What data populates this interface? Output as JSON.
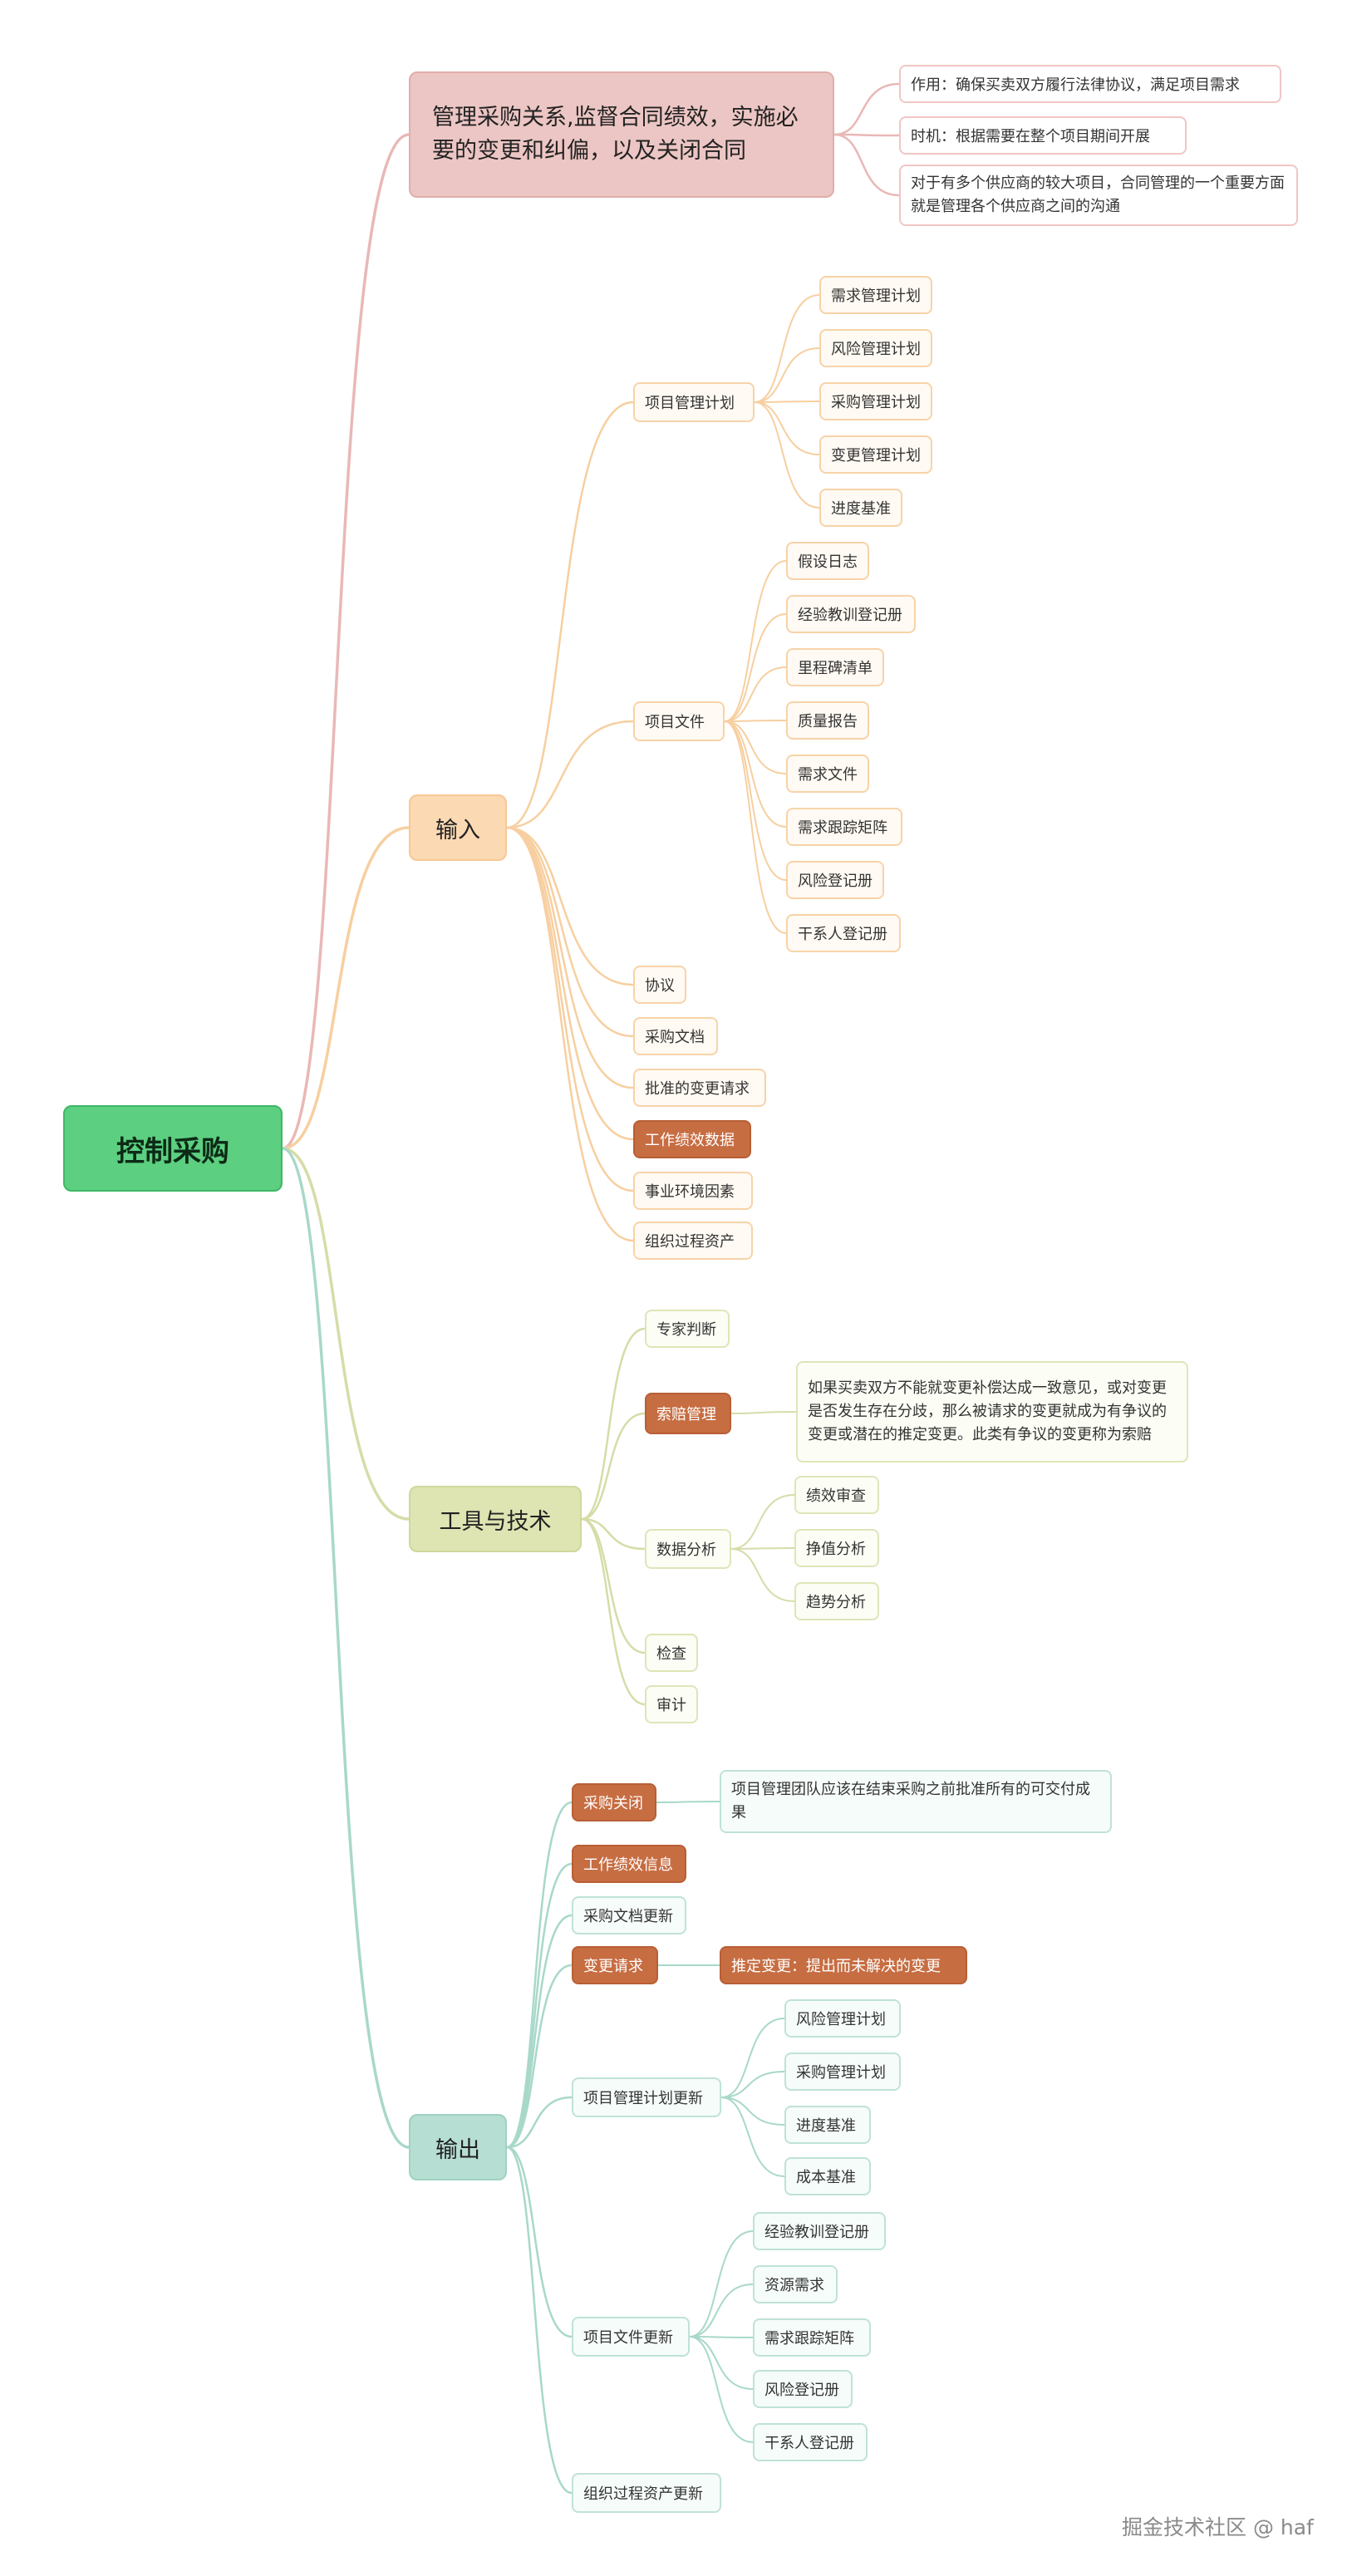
{
  "root": "控制采购",
  "definition": {
    "text": "管理采购关系,监督合同绩效，实施必要的变更和纠偏，以及关闭合同",
    "notes": [
      "作用：确保买卖双方履行法律协议，满足项目需求",
      "时机：根据需要在整个项目期间开展",
      "对于有多个供应商的较大项目，合同管理的一个重要方面就是管理各个供应商之间的沟通"
    ]
  },
  "inputs": {
    "label": "输入",
    "pm_plan": {
      "label": "项目管理计划",
      "items": [
        "需求管理计划",
        "风险管理计划",
        "采购管理计划",
        "变更管理计划",
        "进度基准"
      ]
    },
    "project_docs": {
      "label": "项目文件",
      "items": [
        "假设日志",
        "经验教训登记册",
        "里程碑清单",
        "质量报告",
        "需求文件",
        "需求跟踪矩阵",
        "风险登记册",
        "干系人登记册"
      ]
    },
    "others": [
      "协议",
      "采购文档",
      "批准的变更请求",
      "工作绩效数据",
      "事业环境因素",
      "组织过程资产"
    ]
  },
  "tools": {
    "label": "工具与技术",
    "expert": "专家判断",
    "claims": {
      "label": "索赔管理",
      "note": "如果买卖双方不能就变更补偿达成一致意见，或对变更是否发生存在分歧，那么被请求的变更就成为有争议的变更或潜在的推定变更。此类有争议的变更称为索赔"
    },
    "data_analysis": {
      "label": "数据分析",
      "items": [
        "绩效审查",
        "挣值分析",
        "趋势分析"
      ]
    },
    "inspection": "检查",
    "audit": "审计"
  },
  "outputs": {
    "label": "输出",
    "closure": {
      "label": "采购关闭",
      "note": "项目管理团队应该在结束采购之前批准所有的可交付成果"
    },
    "wpi": "工作绩效信息",
    "proc_doc_update": "采购文档更新",
    "change": {
      "label": "变更请求",
      "note": "推定变更：提出而未解决的变更"
    },
    "pm_plan_update": {
      "label": "项目管理计划更新",
      "items": [
        "风险管理计划",
        "采购管理计划",
        "进度基准",
        "成本基准"
      ]
    },
    "docs_update": {
      "label": "项目文件更新",
      "items": [
        "经验教训登记册",
        "资源需求",
        "需求跟踪矩阵",
        "风险登记册",
        "干系人登记册"
      ]
    },
    "opa_update": "组织过程资产更新"
  },
  "colors": {
    "root": "#5ccf80",
    "pink": "#ecc6c4",
    "orange": "#fbd9b3",
    "green": "#dee4b2",
    "teal": "#b6ded2",
    "highlight": "#c76d42"
  },
  "watermark": "掘金技术社区 @ haf"
}
